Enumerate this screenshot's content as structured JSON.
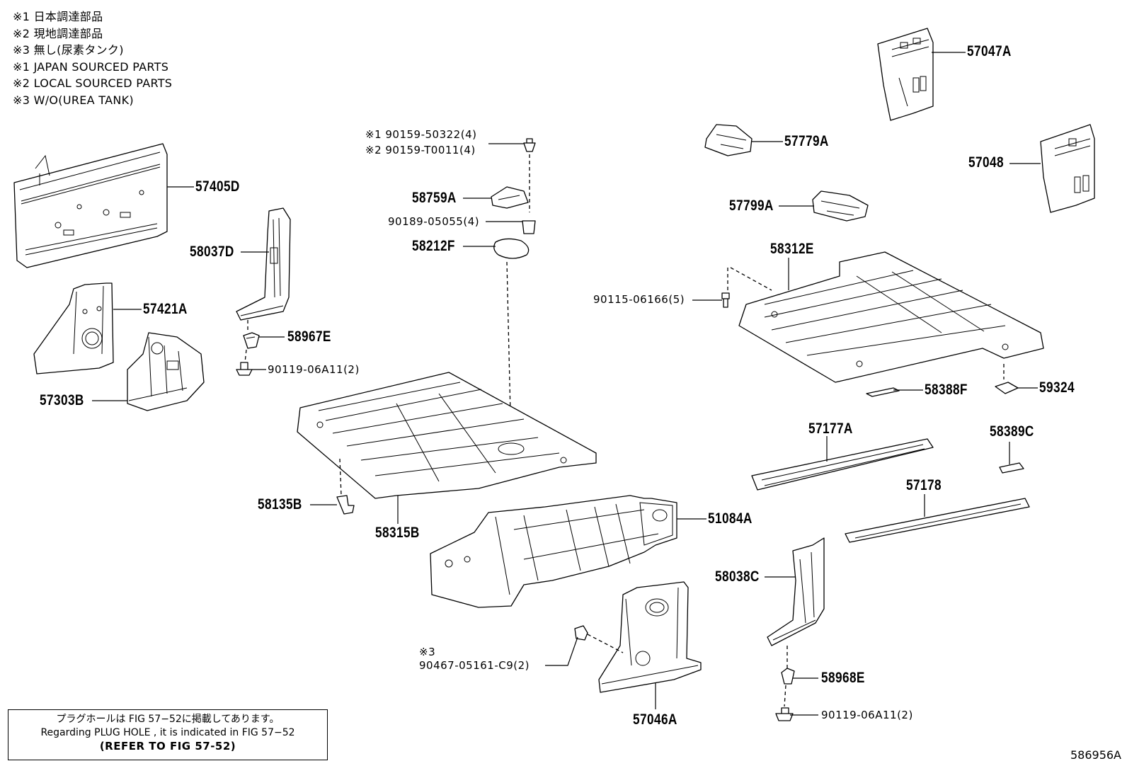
{
  "notes": [
    "※1 日本調達部品",
    "※2 現地調達部品",
    "※3 無し(尿素タンク)",
    "※1 JAPAN SOURCED PARTS",
    "※2 LOCAL SOURCED PARTS",
    "※3 W/O(UREA TANK)"
  ],
  "callouts": {
    "p57047A": "57047A",
    "p57779A": "57779A",
    "p57048": "57048",
    "p57799A": "57799A",
    "p58312E": "58312E",
    "p90115": "90115-06166(5)",
    "p59324": "59324",
    "p58388F": "58388F",
    "p57177A": "57177A",
    "p58389C": "58389C",
    "p57178": "57178",
    "p58038C": "58038C",
    "p58968E": "58968E",
    "p90119b": "90119-06A11(2)",
    "p57405D": "57405D",
    "p58037D": "58037D",
    "p57421A": "57421A",
    "p58967E": "58967E",
    "p90119a": "90119-06A11(2)",
    "p57303B": "57303B",
    "p90159a": "※1 90159-50322(4)",
    "p90159b": "※2 90159-T0011(4)",
    "p58759A": "58759A",
    "p90189": "90189-05055(4)",
    "p58212F": "58212F",
    "p58135B": "58135B",
    "p58315B": "58315B",
    "p51084A": "51084A",
    "p90467note": "※3",
    "p90467": "90467-05161-C9(2)",
    "p57046A": "57046A"
  },
  "reference_box": {
    "line1": "プラグホールは FIG 57−52に掲載してあります。",
    "line2": "Regarding PLUG HOLE , it is indicated in FIG 57−52",
    "line3": "(REFER TO FIG 57-52)"
  },
  "figure_number": "586956A"
}
